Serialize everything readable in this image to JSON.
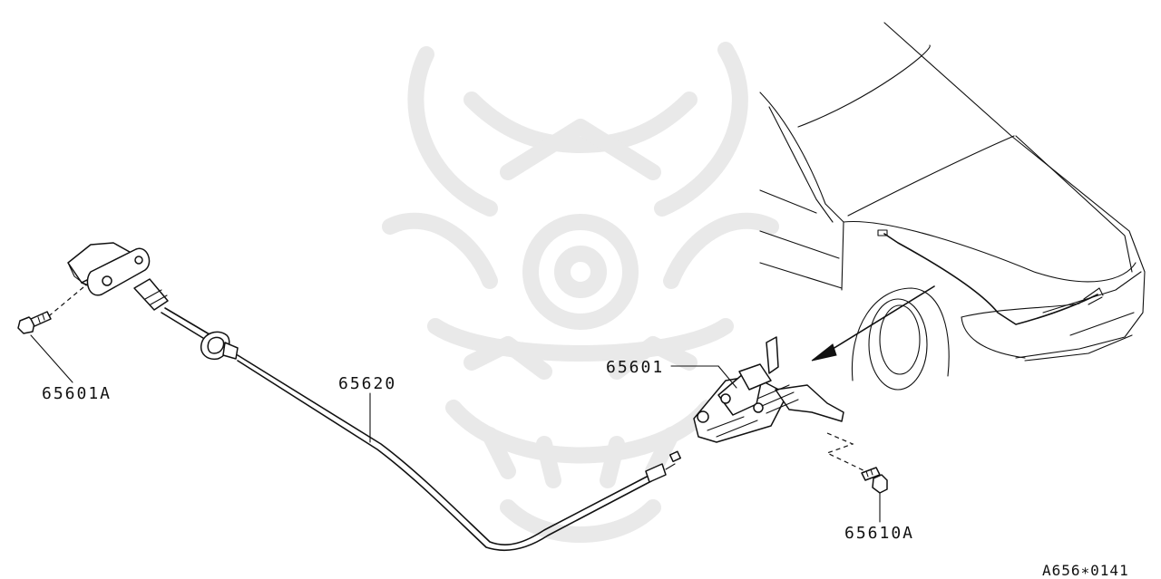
{
  "parts": {
    "bracket_bolt": "65601A",
    "cable": "65620",
    "hood_lock": "65601",
    "lock_bolt": "65610A"
  },
  "diagram_code": "A656∗0141"
}
